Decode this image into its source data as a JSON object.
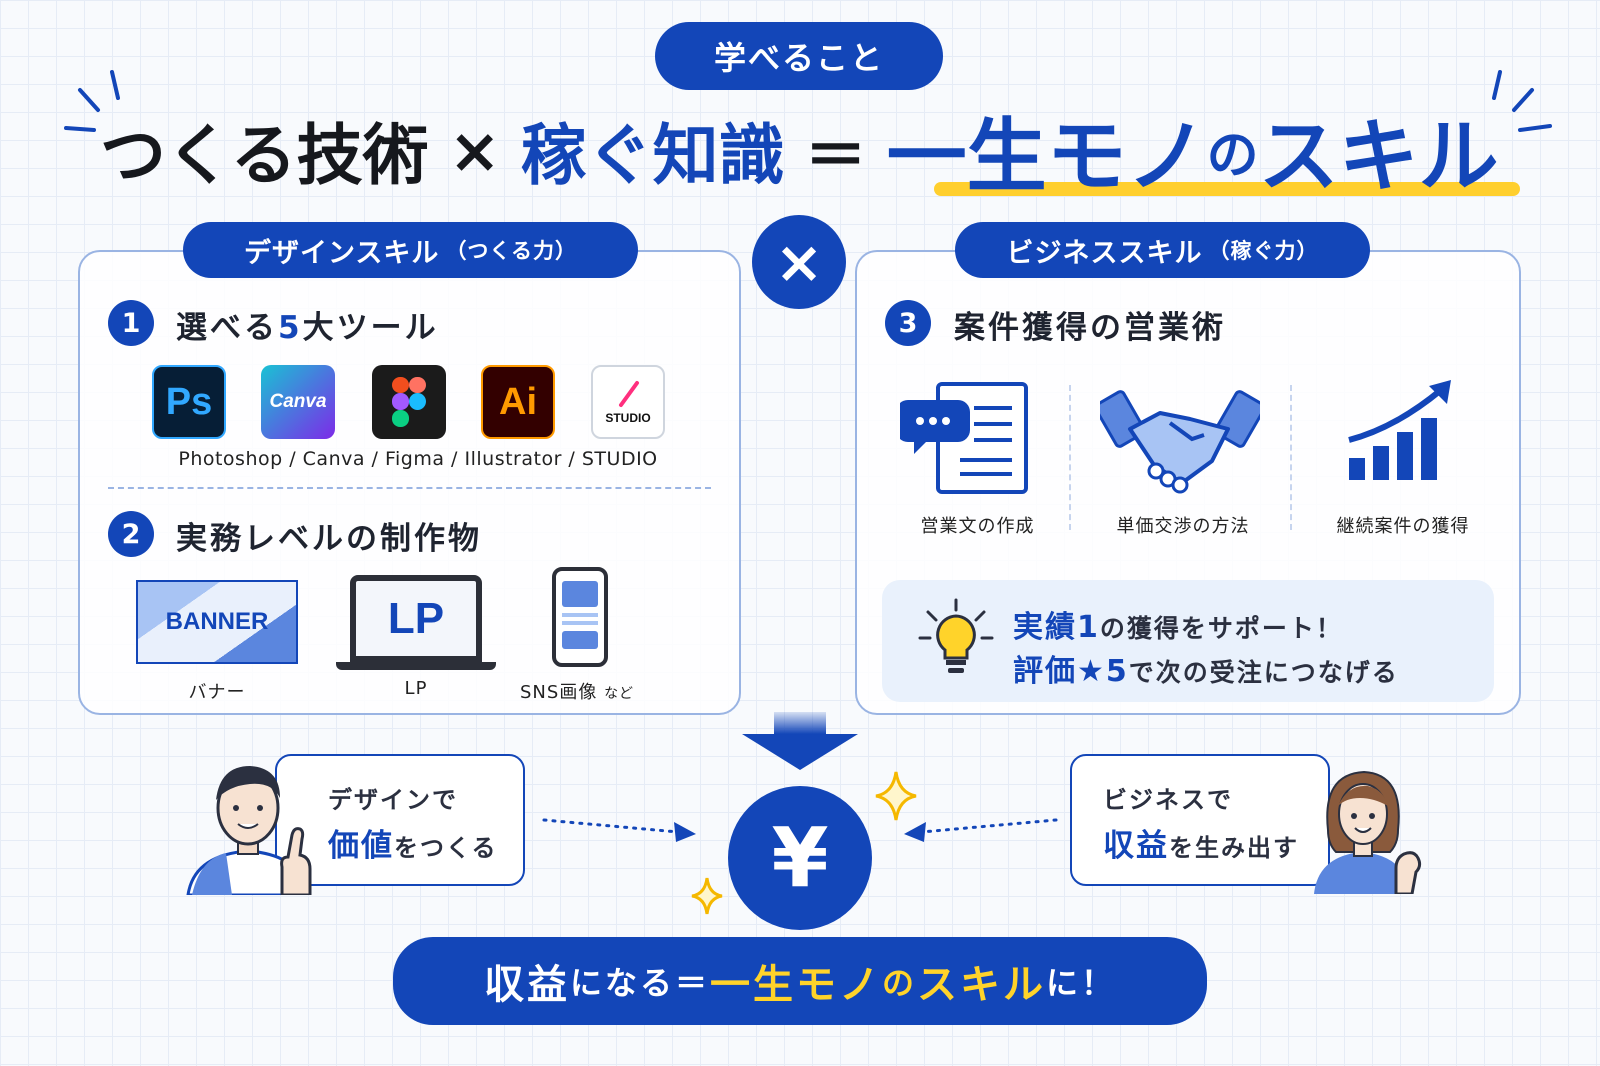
{
  "tag": "学べること",
  "headline": {
    "part1": "つくる技術",
    "times": "×",
    "part2": "稼ぐ知識",
    "equals": "＝",
    "part3a": "一生モノ",
    "part3b": "の",
    "part3c": "スキル"
  },
  "center_multiply": "×",
  "left": {
    "pill": "デザインスキル",
    "pill_sub": "（つくる力）",
    "s1_num": "1",
    "s1_pre": "選べる",
    "s1_big": "5",
    "s1_post": "大ツール",
    "tools": [
      {
        "label": "Ps",
        "icon": "photoshop-icon"
      },
      {
        "label": "Canva",
        "icon": "canva-icon"
      },
      {
        "label": "",
        "icon": "figma-icon"
      },
      {
        "label": "Ai",
        "icon": "illustrator-icon"
      },
      {
        "label": "STUDIO",
        "icon": "studio-icon"
      }
    ],
    "tools_caption": "Photoshop / Canva / Figma / Illustrator / STUDIO",
    "s2_num": "2",
    "s2_title": "実務レベルの制作物",
    "banner_text": "BANNER",
    "lp_text": "LP",
    "works": [
      "バナー",
      "LP",
      "SNS画像"
    ],
    "works_suffix": "など"
  },
  "right": {
    "pill": "ビジネススキル",
    "pill_sub": "（稼ぐ力）",
    "s3_num": "3",
    "s3_title": "案件獲得の営業術",
    "items": [
      "営業文の作成",
      "単価交渉の方法",
      "継続案件の獲得"
    ],
    "tip_line1_b": "実績1",
    "tip_line1_rest": "の獲得をサポート！",
    "tip_line2_b": "評価★5",
    "tip_line2_rest": "で次の受注につなげる"
  },
  "left_bubble": {
    "line1": "デザインで",
    "line2_b": "価値",
    "line2_rest": "をつくる"
  },
  "right_bubble": {
    "line1": "ビジネスで",
    "line2_b": "収益",
    "line2_rest": "を生み出す"
  },
  "yen": "¥",
  "bottom": {
    "part1": "収益",
    "part2": "になる＝",
    "part3": "一生モノ",
    "part4": "の",
    "part5": "スキル",
    "part6": "に！"
  },
  "colors": {
    "primary": "#1346b8",
    "accent_yellow": "#ffcf2e",
    "light_blue": "#e9f1fc"
  }
}
